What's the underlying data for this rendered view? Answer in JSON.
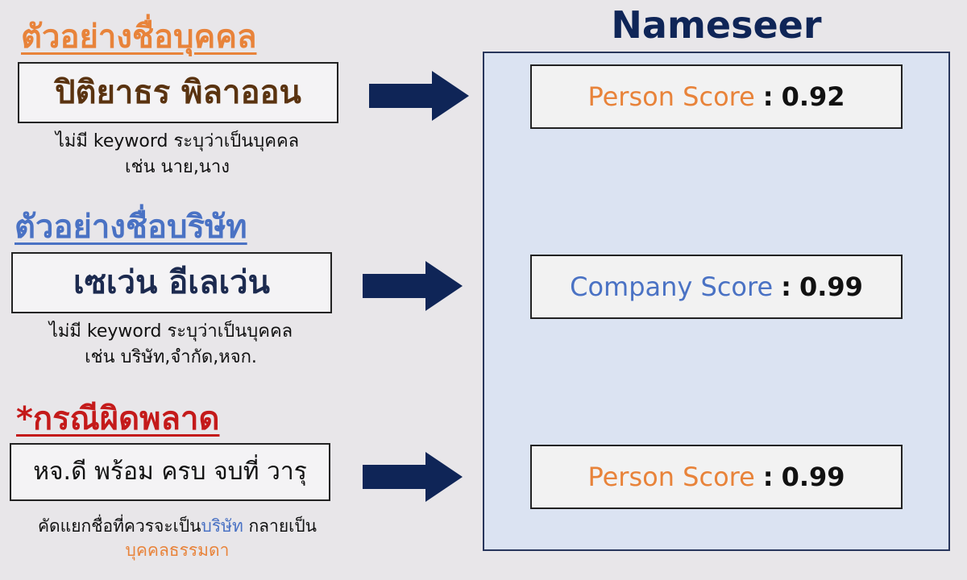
{
  "colors": {
    "orange": "#e8833a",
    "blue": "#4a72c4",
    "red": "#c41a1a",
    "brown": "#5a3310",
    "navy": "#0f2557",
    "arrow": "#0f2557",
    "panel_bg": "#dbe3f2"
  },
  "left": {
    "person": {
      "heading": "ตัวอย่างชื่อบุคคล",
      "name": "ปิติยาธร พิลาออน",
      "note_line1": "ไม่มี keyword ระบุว่าเป็นบุคคล",
      "note_line2": "เช่น  นาย,นาง"
    },
    "company": {
      "heading": "ตัวอย่างชื่อบริษัท",
      "name": "เซเว่น อีเลเว่น",
      "note_line1": "ไม่มี keyword ระบุว่าเป็นบุคคล",
      "note_line2": "เช่น บริษัท,จำกัด,หจก."
    },
    "error": {
      "heading": "*กรณีผิดพลาด",
      "name": "หจ.ดี พร้อม ครบ จบที่ วารุ",
      "note_prefix": "คัดแยกชื่อที่ควรจะเป็น",
      "note_highlight": "บริษัท",
      "note_suffix": " กลายเป็น",
      "note_line2": "บุคคลธรรมดา"
    }
  },
  "arrows": [
    "arrow-right-icon",
    "arrow-right-icon",
    "arrow-right-icon"
  ],
  "right": {
    "title": "Nameseer",
    "scores": [
      {
        "label": "Person Score",
        "separator": ":",
        "value": "0.92"
      },
      {
        "label": "Company Score",
        "separator": ":",
        "value": "0.99"
      },
      {
        "label": "Person Score",
        "separator": ":",
        "value": "0.99"
      }
    ]
  }
}
